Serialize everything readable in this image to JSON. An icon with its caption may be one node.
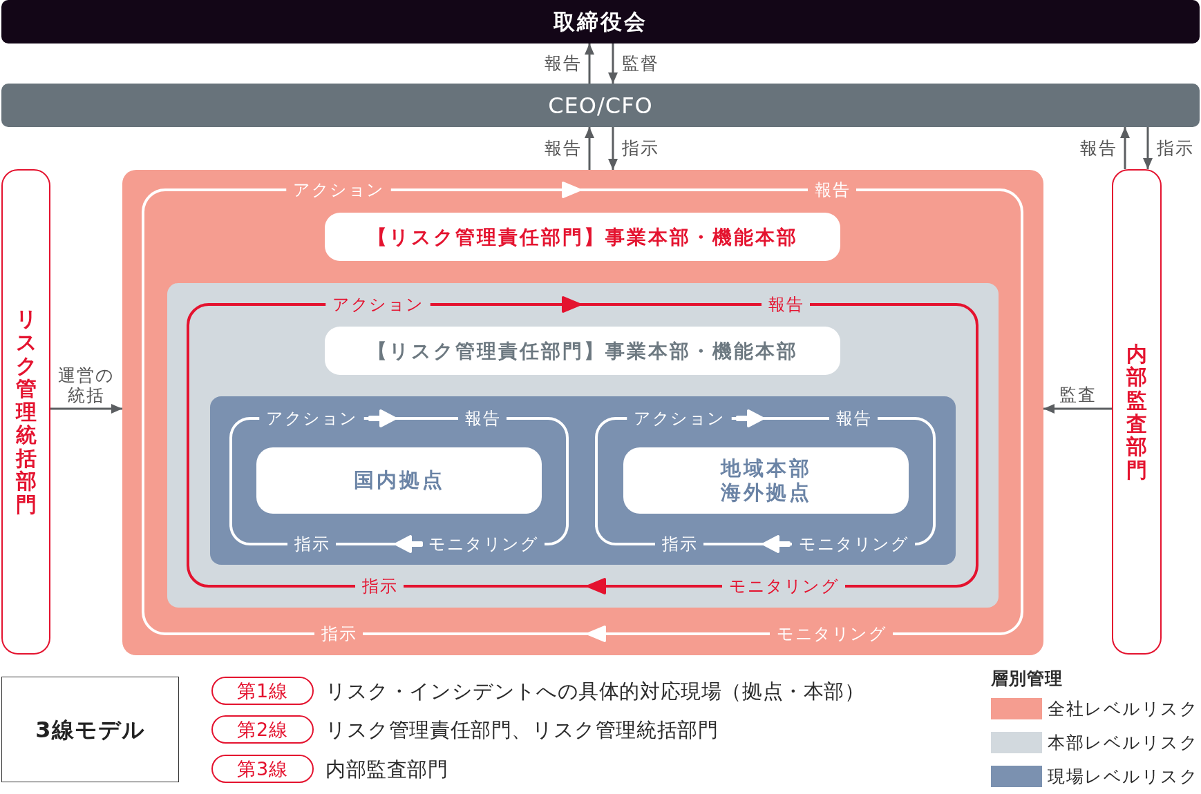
{
  "diagram": {
    "nodes": [
      {
        "text": [
          "取締役会"
        ]
      },
      {
        "text": [
          "CEO/CFO"
        ]
      },
      {
        "text": [
          "リスク管理統括部門"
        ]
      },
      {
        "text": [],
        "shape": "box"
      },
      {
        "text": [
          "アクション"
        ],
        "in": 3
      },
      {
        "text": [
          "報告"
        ],
        "in": 3
      },
      {
        "text": [
          "【リスク管理責任部門】事業本部・機能本部"
        ],
        "in": 3
      },
      {
        "text": [],
        "shape": "box",
        "in": 3
      },
      {
        "text": [
          "アクション"
        ],
        "in": 7
      },
      {
        "text": [
          "報告"
        ],
        "in": 7
      },
      {
        "text": [
          "【リスク管理責任部門】事業本部・機能本部"
        ],
        "in": 7
      },
      {
        "text": [],
        "shape": "box",
        "in": 7
      },
      {
        "text": [
          "アクション"
        ],
        "in": 11
      },
      {
        "text": [
          "報告"
        ],
        "in": 11
      },
      {
        "text": [
          "アクション"
        ],
        "in": 11
      },
      {
        "text": [
          "報告"
        ],
        "in": 11
      },
      {
        "text": [
          "国内拠点"
        ],
        "in": 11
      },
      {
        "text": [
          "地域本部海外拠点"
        ],
        "in": 11
      },
      {
        "text": [
          "指示"
        ],
        "in": 11
      },
      {
        "text": [
          "モニタリング"
        ],
        "in": 11
      },
      {
        "text": [
          "指示"
        ],
        "in": 11
      },
      {
        "text": [
          "モニタリング"
        ],
        "in": 11
      },
      {
        "text": [
          "指示"
        ],
        "in": 7
      },
      {
        "text": [
          "モニタリング"
        ],
        "in": 7
      },
      {
        "text": [
          "指示"
        ],
        "in": 3
      },
      {
        "text": [
          "モニタリング"
        ],
        "in": 3
      },
      {
        "text": [
          "内部監査部門"
        ]
      },
      {
        "text": [
          "3線モデル"
        ]
      },
      {
        "text": [
          "第1線"
        ],
        "beside": [
          "リスク・インシデントへの具体的対応現場（拠点・本部）"
        ]
      },
      {
        "text": [
          "第2線"
        ],
        "beside": [
          "リスク管理責任部門、リスク管理統括部門"
        ]
      },
      {
        "text": [
          "第3線"
        ],
        "beside": [
          "内部監査部門"
        ]
      }
    ],
    "edges": [
      {
        "from": 1,
        "to": 0,
        "arrow": "to",
        "label": "報告",
        "color": "#5b5e61"
      },
      {
        "from": 0,
        "to": 1,
        "arrow": "to",
        "label": "監督",
        "color": "#5b5e61"
      },
      {
        "from": 3,
        "to": 1,
        "arrow": "to",
        "label": "報告",
        "color": "#5b5e61"
      },
      {
        "from": 1,
        "to": 3,
        "arrow": "to",
        "label": "指示",
        "color": "#5b5e61"
      },
      {
        "from": 26,
        "to": 1,
        "arrow": "to",
        "label": "報告",
        "color": "#5b5e61"
      },
      {
        "from": 1,
        "to": 26,
        "arrow": "to",
        "label": "指示",
        "color": "#5b5e61"
      },
      {
        "from": 2,
        "to": 3,
        "arrow": "to",
        "label": "運営の統括",
        "color": "#5b5e61"
      },
      {
        "from": 26,
        "to": 3,
        "arrow": "to",
        "label": "監査",
        "color": "#5b5e61"
      },
      {
        "from": 4,
        "to": 5,
        "arrow": "to"
      },
      {
        "from": 5,
        "to": 25,
        "arrow": "none"
      },
      {
        "from": 25,
        "to": 24,
        "arrow": "to"
      },
      {
        "from": 24,
        "to": 4,
        "arrow": "none"
      },
      {
        "from": 8,
        "to": 9,
        "arrow": "to",
        "color": "#e4132f"
      },
      {
        "from": 9,
        "to": 23,
        "arrow": "none",
        "color": "#e4132f"
      },
      {
        "from": 23,
        "to": 22,
        "arrow": "to",
        "color": "#e4132f"
      },
      {
        "from": 22,
        "to": 8,
        "arrow": "none",
        "color": "#e4132f"
      },
      {
        "from": 12,
        "to": 13,
        "arrow": "to"
      },
      {
        "from": 13,
        "to": 19,
        "arrow": "none"
      },
      {
        "from": 19,
        "to": 18,
        "arrow": "to"
      },
      {
        "from": 18,
        "to": 12,
        "arrow": "none"
      },
      {
        "from": 14,
        "to": 15,
        "arrow": "to"
      },
      {
        "from": 15,
        "to": 21,
        "arrow": "none"
      },
      {
        "from": 21,
        "to": 20,
        "arrow": "to"
      },
      {
        "from": 20,
        "to": 14,
        "arrow": "none"
      }
    ],
    "labels": [
      "層別管理"
    ],
    "legend": [
      {
        "text": "全社レベルリスク",
        "color": "#f59d90"
      },
      {
        "text": "本部レベルリスク",
        "color": "#d2d9de"
      },
      {
        "text": "現場レベルリスク",
        "color": "#7b91b0"
      }
    ]
  }
}
